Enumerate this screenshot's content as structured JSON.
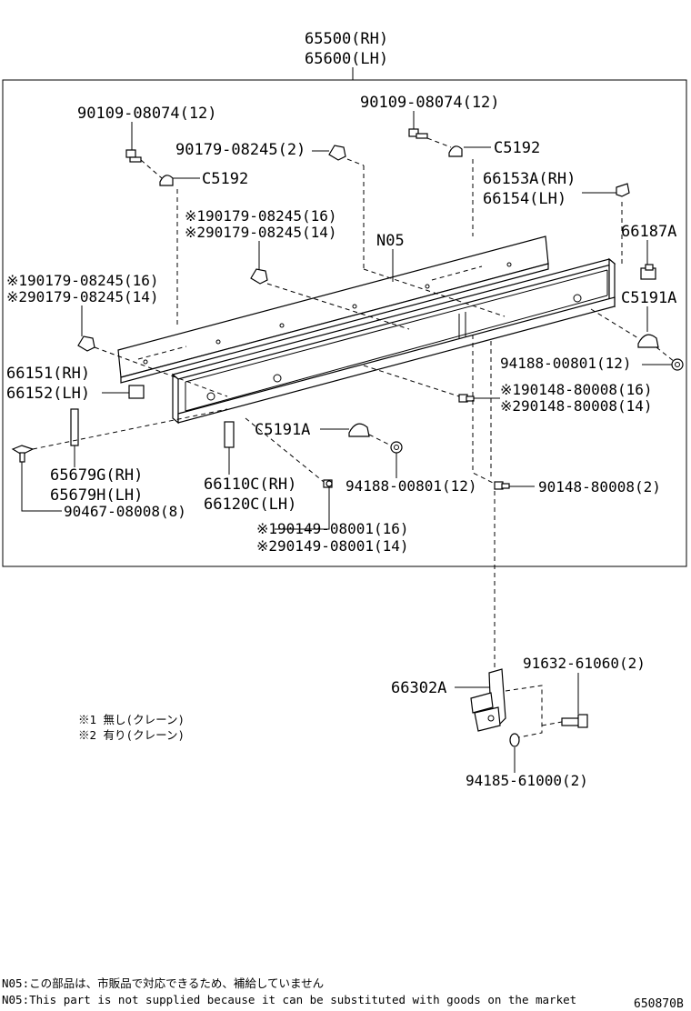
{
  "header": {
    "assembly_rh": "65500(RH)",
    "assembly_lh": "65600(LH)"
  },
  "labels": {
    "bolt_top_left": "90109-08074(12)",
    "bolt_top_right": "90109-08074(12)",
    "clip_c5192_right": "C5192",
    "clip_c5192_left": "C5192",
    "screw_90179_2": "90179-08245(2)",
    "part_66153a": "66153A(RH)",
    "part_66154": "66154(LH)",
    "screw_90179_16_a": "※190179-08245(16)",
    "screw_90179_14_a": "※290179-08245(14)",
    "n05": "N05",
    "part_66187a": "66187A",
    "screw_90179_16_b": "※190179-08245(16)",
    "screw_90179_14_b": "※290179-08245(14)",
    "clip_c5191a_right": "C5191A",
    "nut_94188_right": "94188-00801(12)",
    "part_66151": "66151(RH)",
    "part_66152": "66152(LH)",
    "screw_90148_16": "※190148-80008(16)",
    "screw_90148_14": "※290148-80008(14)",
    "clip_c5191a_center": "C5191A",
    "part_65679g": "65679G(RH)",
    "part_65679h": "65679H(LH)",
    "part_66110c": "66110C(RH)",
    "part_66120c": "66120C(LH)",
    "nut_94188_center": "94188-00801(12)",
    "screw_90148_2": "90148-80008(2)",
    "rivet_90467": "90467-08008(8)",
    "screw_90149_16": "※190149-08001(16)",
    "screw_90149_14": "※290149-08001(14)",
    "bracket_66302a": "66302A",
    "bolt_91632": "91632-61060(2)",
    "washer_94185": "94185-61000(2)"
  },
  "legend": {
    "note1": "※1 無し(クレーン)",
    "note2": "※2 有り(クレーン)"
  },
  "footer": {
    "n05_jp": "N05:この部品は、市販品で対応できるため、補給していません",
    "n05_en": "N05:This part is not supplied because it can be substituted with goods on the market",
    "diagram_code": "650870B"
  }
}
